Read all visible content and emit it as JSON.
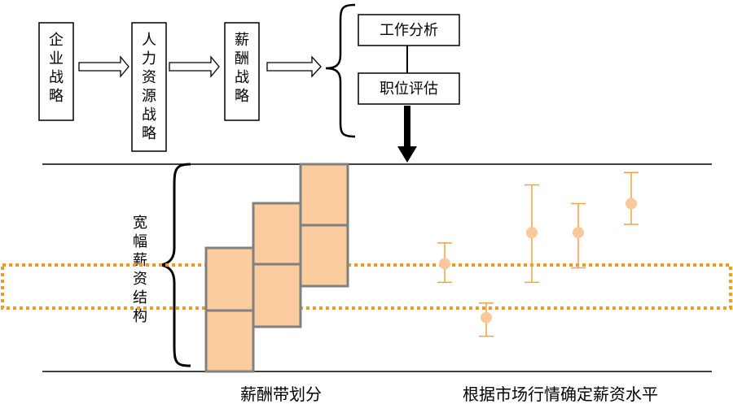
{
  "strategy_chain": [
    {
      "label": "企业战略"
    },
    {
      "label": "人力资源战略"
    },
    {
      "label": "薪酬战略"
    }
  ],
  "analysis_steps": [
    {
      "label": "工作分析"
    },
    {
      "label": "职位评估"
    }
  ],
  "broadband_label": "宽幅薪资结构",
  "captions": {
    "bands": "薪酬带划分",
    "market": "根据市场行情确定薪资水平"
  },
  "colors": {
    "band_fill": "#FACC9E",
    "band_stroke": "#808080",
    "market_color": "#F2A33A",
    "market_dot": "#F9C99A",
    "highlight": "#F29B22",
    "line": "#000000"
  },
  "market_ranges": [
    {
      "mid": 0.52,
      "low": 0.43,
      "high": 0.62
    },
    {
      "mid": 0.26,
      "low": 0.17,
      "high": 0.33
    },
    {
      "mid": 0.67,
      "low": 0.43,
      "high": 0.9
    },
    {
      "mid": 0.67,
      "low": 0.5,
      "high": 0.81
    },
    {
      "mid": 0.81,
      "low": 0.71,
      "high": 0.96
    }
  ]
}
